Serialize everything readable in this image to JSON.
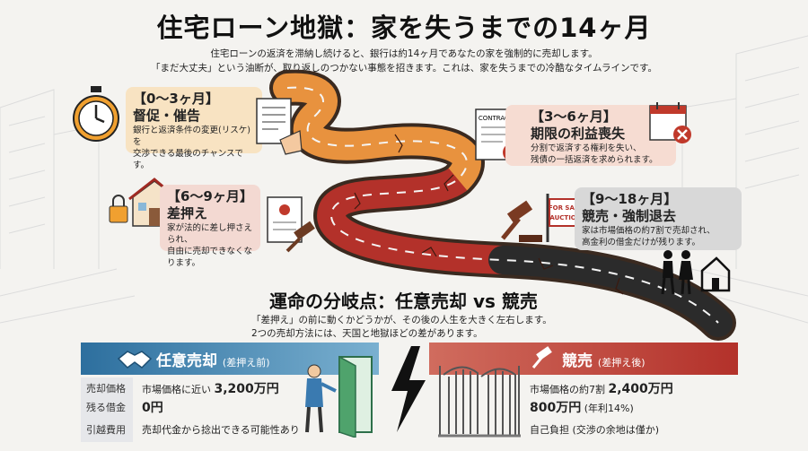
{
  "title": "住宅ローン地獄：家を失うまでの14ヶ月",
  "subtitle_lines": [
    "住宅ローンの返済を滞納し続けると、銀行は約14ヶ月であなたの家を強制的に売却します。",
    "「まだ大丈夫」という油断が、取り返しのつかない事態を招きます。これは、家を失うまでの冷酷なタイムラインです。"
  ],
  "stages": [
    {
      "period": "【0〜3ヶ月】",
      "name": "督促・催告",
      "desc": [
        "銀行と返済条件の変更(リスケ)を",
        "交渉できる最後のチャンスです。"
      ]
    },
    {
      "period": "【3〜6ヶ月】",
      "name": "期限の利益喪失",
      "desc": [
        "分割で返済する権利を失い、",
        "残債の一括返済を求められます。"
      ]
    },
    {
      "period": "【6〜9ヶ月】",
      "name": "差押え",
      "desc": [
        "家が法的に差し押さえられ、",
        "自由に売却できなくなります。"
      ]
    },
    {
      "period": "【9〜18ヶ月】",
      "name": "競売・強制退去",
      "desc": [
        "家は市場価格の約7割で売却され、",
        "高金利の借金だけが残ります。"
      ]
    }
  ],
  "illustration_text": {
    "contract": "CONTRACT",
    "for_sale": "FOR SALE",
    "auction": "AUCTION"
  },
  "fork": {
    "title": "運命の分岐点：任意売却 vs 競売",
    "lines": [
      "「差押え」の前に動くかどうかが、その後の人生を大きく左右します。",
      "2つの売却方法には、天国と地獄ほどの差があります。"
    ]
  },
  "compare": {
    "left_title": "任意売却",
    "left_note": "(差押え前)",
    "right_title": "競売",
    "right_note": "(差押え後)",
    "rows": [
      {
        "label": "売却価格",
        "left_pre": "市場価格に近い",
        "left_big": "3,200万円",
        "right_pre": "市場価格の約7割",
        "right_big": "2,400万円"
      },
      {
        "label": "残る借金",
        "left_pre": "",
        "left_big": "0円",
        "right_pre": "",
        "right_big": "800万円",
        "right_post": "(年利14%)"
      },
      {
        "label": "引越費用",
        "left_pre": "売却代金から捻出できる可能性あり",
        "left_big": "",
        "right_pre": "自己負担 (交渉の余地は僅か)",
        "right_big": ""
      }
    ]
  },
  "colors": {
    "road_orange": "#e8823a",
    "road_red": "#b3312a",
    "road_dark": "#2b2b2b",
    "blue": "#2d6f9e",
    "red": "#b3312a"
  }
}
